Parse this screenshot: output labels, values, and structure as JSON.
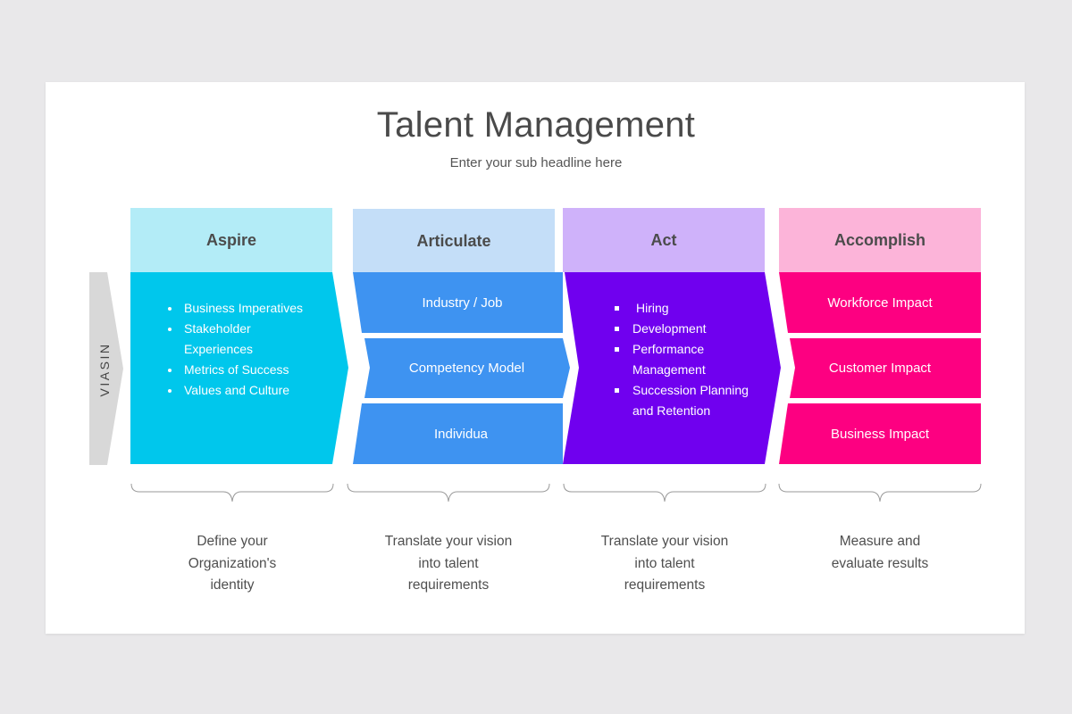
{
  "title": "Talent Management",
  "subtitle": "Enter your sub headline here",
  "side_label": "VIASIN",
  "colors": {
    "aspire_head": "#b3ecf7",
    "aspire_body": "#00c7ec",
    "articulate_head": "#c4def8",
    "articulate_body": "#3e93f1",
    "act_head": "#cfb2fa",
    "act_body": "#7000ef",
    "accomplish_head": "#fcb4d9",
    "accomplish_body": "#fd0081",
    "side_arrow": "#d8d8d8"
  },
  "stages": [
    {
      "name": "Aspire",
      "bullets": [
        "Business Imperatives",
        "Stakeholder Experiences",
        "Metrics of Success",
        "Values and Culture"
      ],
      "description": "Define your Organization's identity"
    },
    {
      "name": "Articulate",
      "items": [
        "Industry / Job",
        "Competency Model",
        "Individua"
      ],
      "description": "Translate your vision into talent requirements"
    },
    {
      "name": "Act",
      "bullets": [
        "Hiring",
        "Development",
        "Performance Management",
        "Succession Planning and Retention"
      ],
      "description": "Translate your vision into talent requirements"
    },
    {
      "name": "Accomplish",
      "items": [
        "Workforce Impact",
        "Customer Impact",
        "Business Impact"
      ],
      "description": "Measure and evaluate results"
    }
  ]
}
